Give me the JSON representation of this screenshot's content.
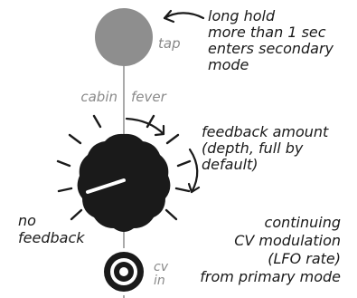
{
  "annotations": {
    "long_hold": [
      "long hold",
      "more than 1 sec",
      "enters secondary",
      "mode"
    ],
    "feedback_amount": [
      "feedback amount",
      "(depth, full by",
      "default)"
    ],
    "no_feedback": [
      "no",
      "feedback"
    ],
    "cv_modulation": [
      "continuing",
      "CV modulation",
      "(LFO rate)",
      "from primary mode"
    ]
  },
  "panel_labels": {
    "tap": "tap",
    "cabin": "cabin",
    "fever": "fever",
    "cv_line1": "cv",
    "cv_line2": "in"
  },
  "colors": {
    "ink": "#1a1a1a",
    "tap_button": "#8e8e8e",
    "panel_text": "#8a8a8a"
  }
}
